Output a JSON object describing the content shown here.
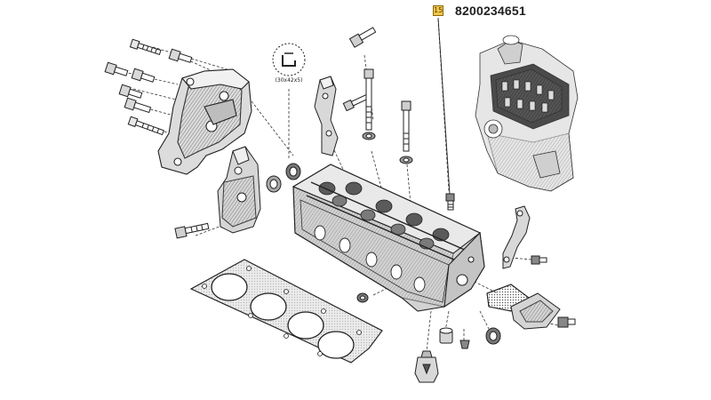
{
  "callout": {
    "marker_symbol": "15",
    "part_number": "8200234651",
    "marker_color": "#f3c64a"
  },
  "seal_spec": {
    "label": "(30x42x5)"
  },
  "colors": {
    "line": "#2a2a2a",
    "shade_light": "#d9d9d9",
    "shade_mid": "#9a9a9a",
    "shade_dark": "#555555",
    "background": "#ffffff"
  }
}
